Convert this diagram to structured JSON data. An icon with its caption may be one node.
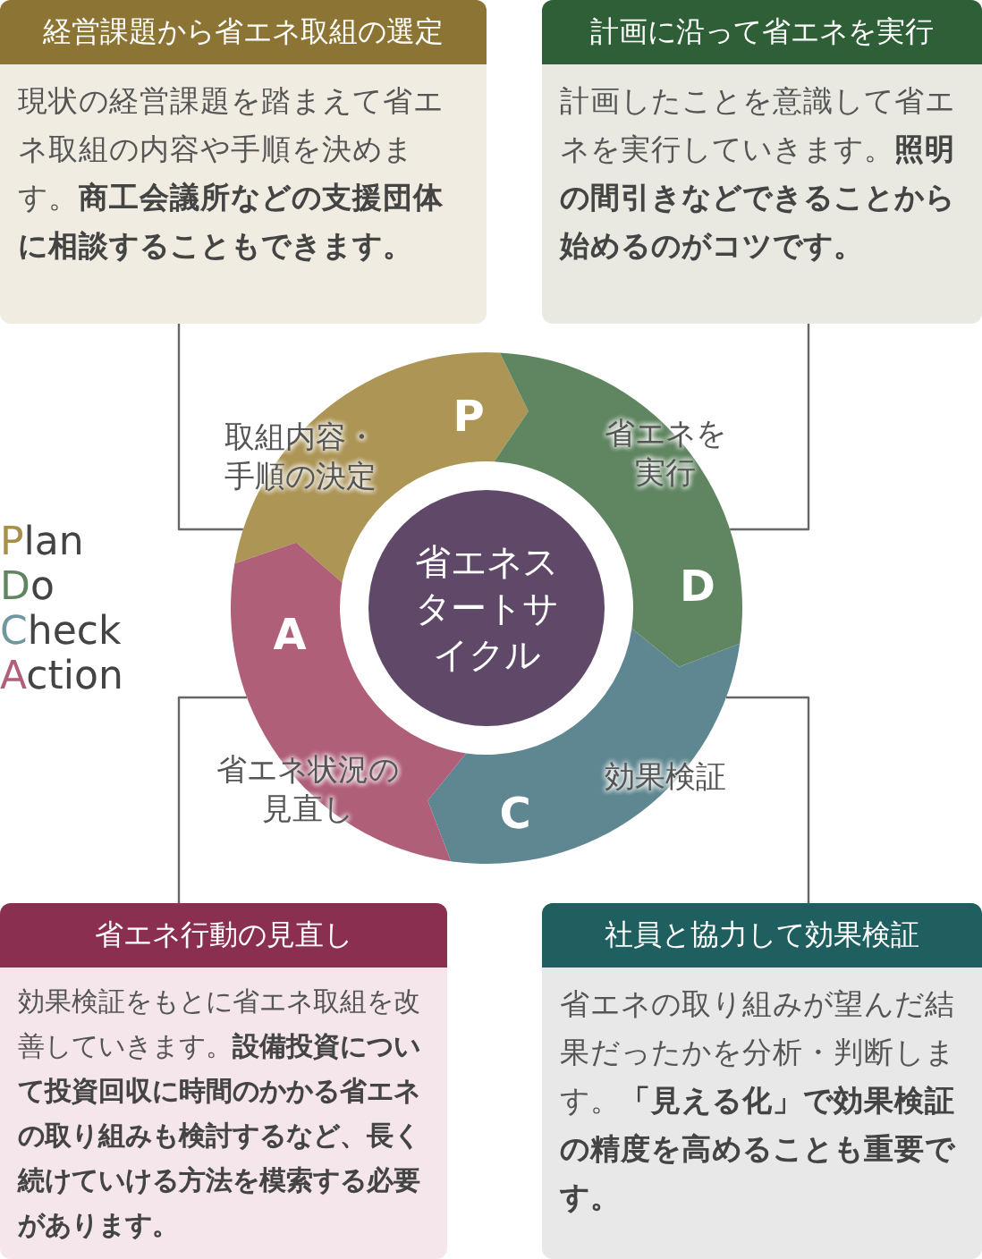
{
  "diagram": {
    "nodes": [
      {
        "text": [
          "経営課題から省エネ取組の選定",
          "現状の経営課題を踏まえて省エネ取組の内容や手順を決めます。**商工会議所などの支援団体に相談することもできます。**"
        ]
      },
      {
        "text": [
          "計画に沿って省エネを実行",
          "計画したことを意識して省エネを実行していきます。**照明の間引きなどできることから始めるのがコツです。**"
        ]
      },
      {
        "text": [
          "省エネ行動の見直し",
          "効果検証をもとに省エネ取組を改善していきます。**設備投資について投資回収に時間のかかる省エネの取り組みも検討するなど、長く続けていける方法を模索する必要があります。**"
        ]
      },
      {
        "text": [
          "社員と協力して効果検証",
          "省エネの取り組みが望んだ結果だったかを分析・判断します。**「見える化」で効果検証の精度を高めることも重要です。**"
        ]
      },
      {
        "text": [
          "P",
          "取組内容・手順の決定"
        ]
      },
      {
        "text": [
          "省エネを実行",
          "D"
        ]
      },
      {
        "text": [
          "効果検証",
          "C"
        ]
      },
      {
        "text": [
          "A",
          "省エネ状況の見直し"
        ]
      },
      {
        "text": [
          "省エネスタートサイクル"
        ]
      }
    ],
    "edges": [
      {
        "from": 0,
        "to": 4,
        "arrow": "none"
      },
      {
        "from": 1,
        "to": 5,
        "arrow": "none"
      },
      {
        "from": 2,
        "to": 7,
        "arrow": "none"
      },
      {
        "from": 3,
        "to": 6,
        "arrow": "none"
      }
    ],
    "labels": [
      "Plan",
      "Do",
      "Check",
      "Action"
    ]
  }
}
